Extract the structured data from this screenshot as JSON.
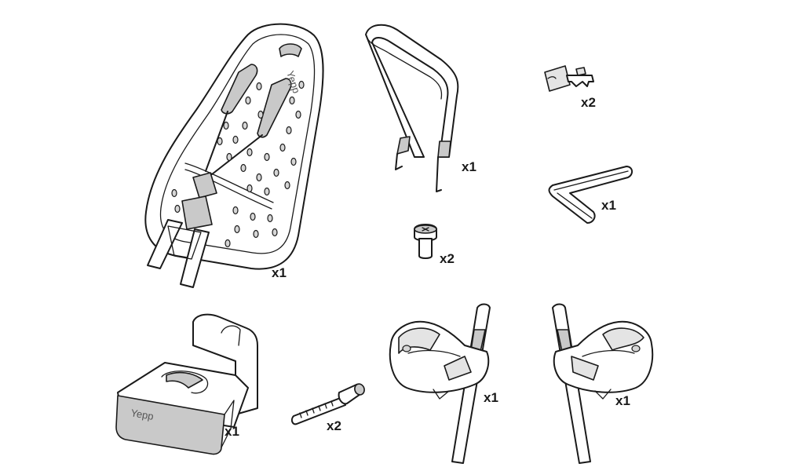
{
  "parts": [
    {
      "id": "seat",
      "icon": "child-seat-shell-icon",
      "brand_text": "Yepp",
      "qty": "x1"
    },
    {
      "id": "handlebar",
      "icon": "handlebar-bar-icon",
      "qty": "x1"
    },
    {
      "id": "key",
      "icon": "lock-key-icon",
      "qty": "x2"
    },
    {
      "id": "allen-key",
      "icon": "hex-allen-key-icon",
      "qty": "x1"
    },
    {
      "id": "screw",
      "icon": "short-bolt-icon",
      "qty": "x2"
    },
    {
      "id": "mount-base",
      "icon": "seat-mount-base-icon",
      "brand_text": "Yepp",
      "qty": "x1"
    },
    {
      "id": "long-bolt",
      "icon": "long-bolt-icon",
      "qty": "x2"
    },
    {
      "id": "footrest-left",
      "icon": "footrest-left-icon",
      "qty": "x1"
    },
    {
      "id": "footrest-right",
      "icon": "footrest-right-icon",
      "qty": "x1"
    }
  ]
}
